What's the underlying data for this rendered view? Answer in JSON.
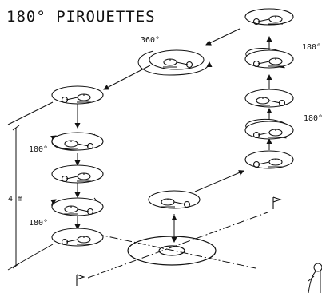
{
  "diagram": {
    "title": "180° PIROUETTES",
    "labels": {
      "rot_360": "360°",
      "rot_180_right_top": "180°",
      "rot_180_right_mid": "180°",
      "rot_180_left_top": "180°",
      "rot_180_left_bottom": "180°",
      "height": "4 m"
    },
    "icons": [
      "helicopter-icon",
      "flag-icon",
      "landing-pad-icon",
      "rotation-arrow-icon",
      "pilot-icon"
    ],
    "colors": {
      "ink": "#111111",
      "background": "#ffffff"
    }
  }
}
